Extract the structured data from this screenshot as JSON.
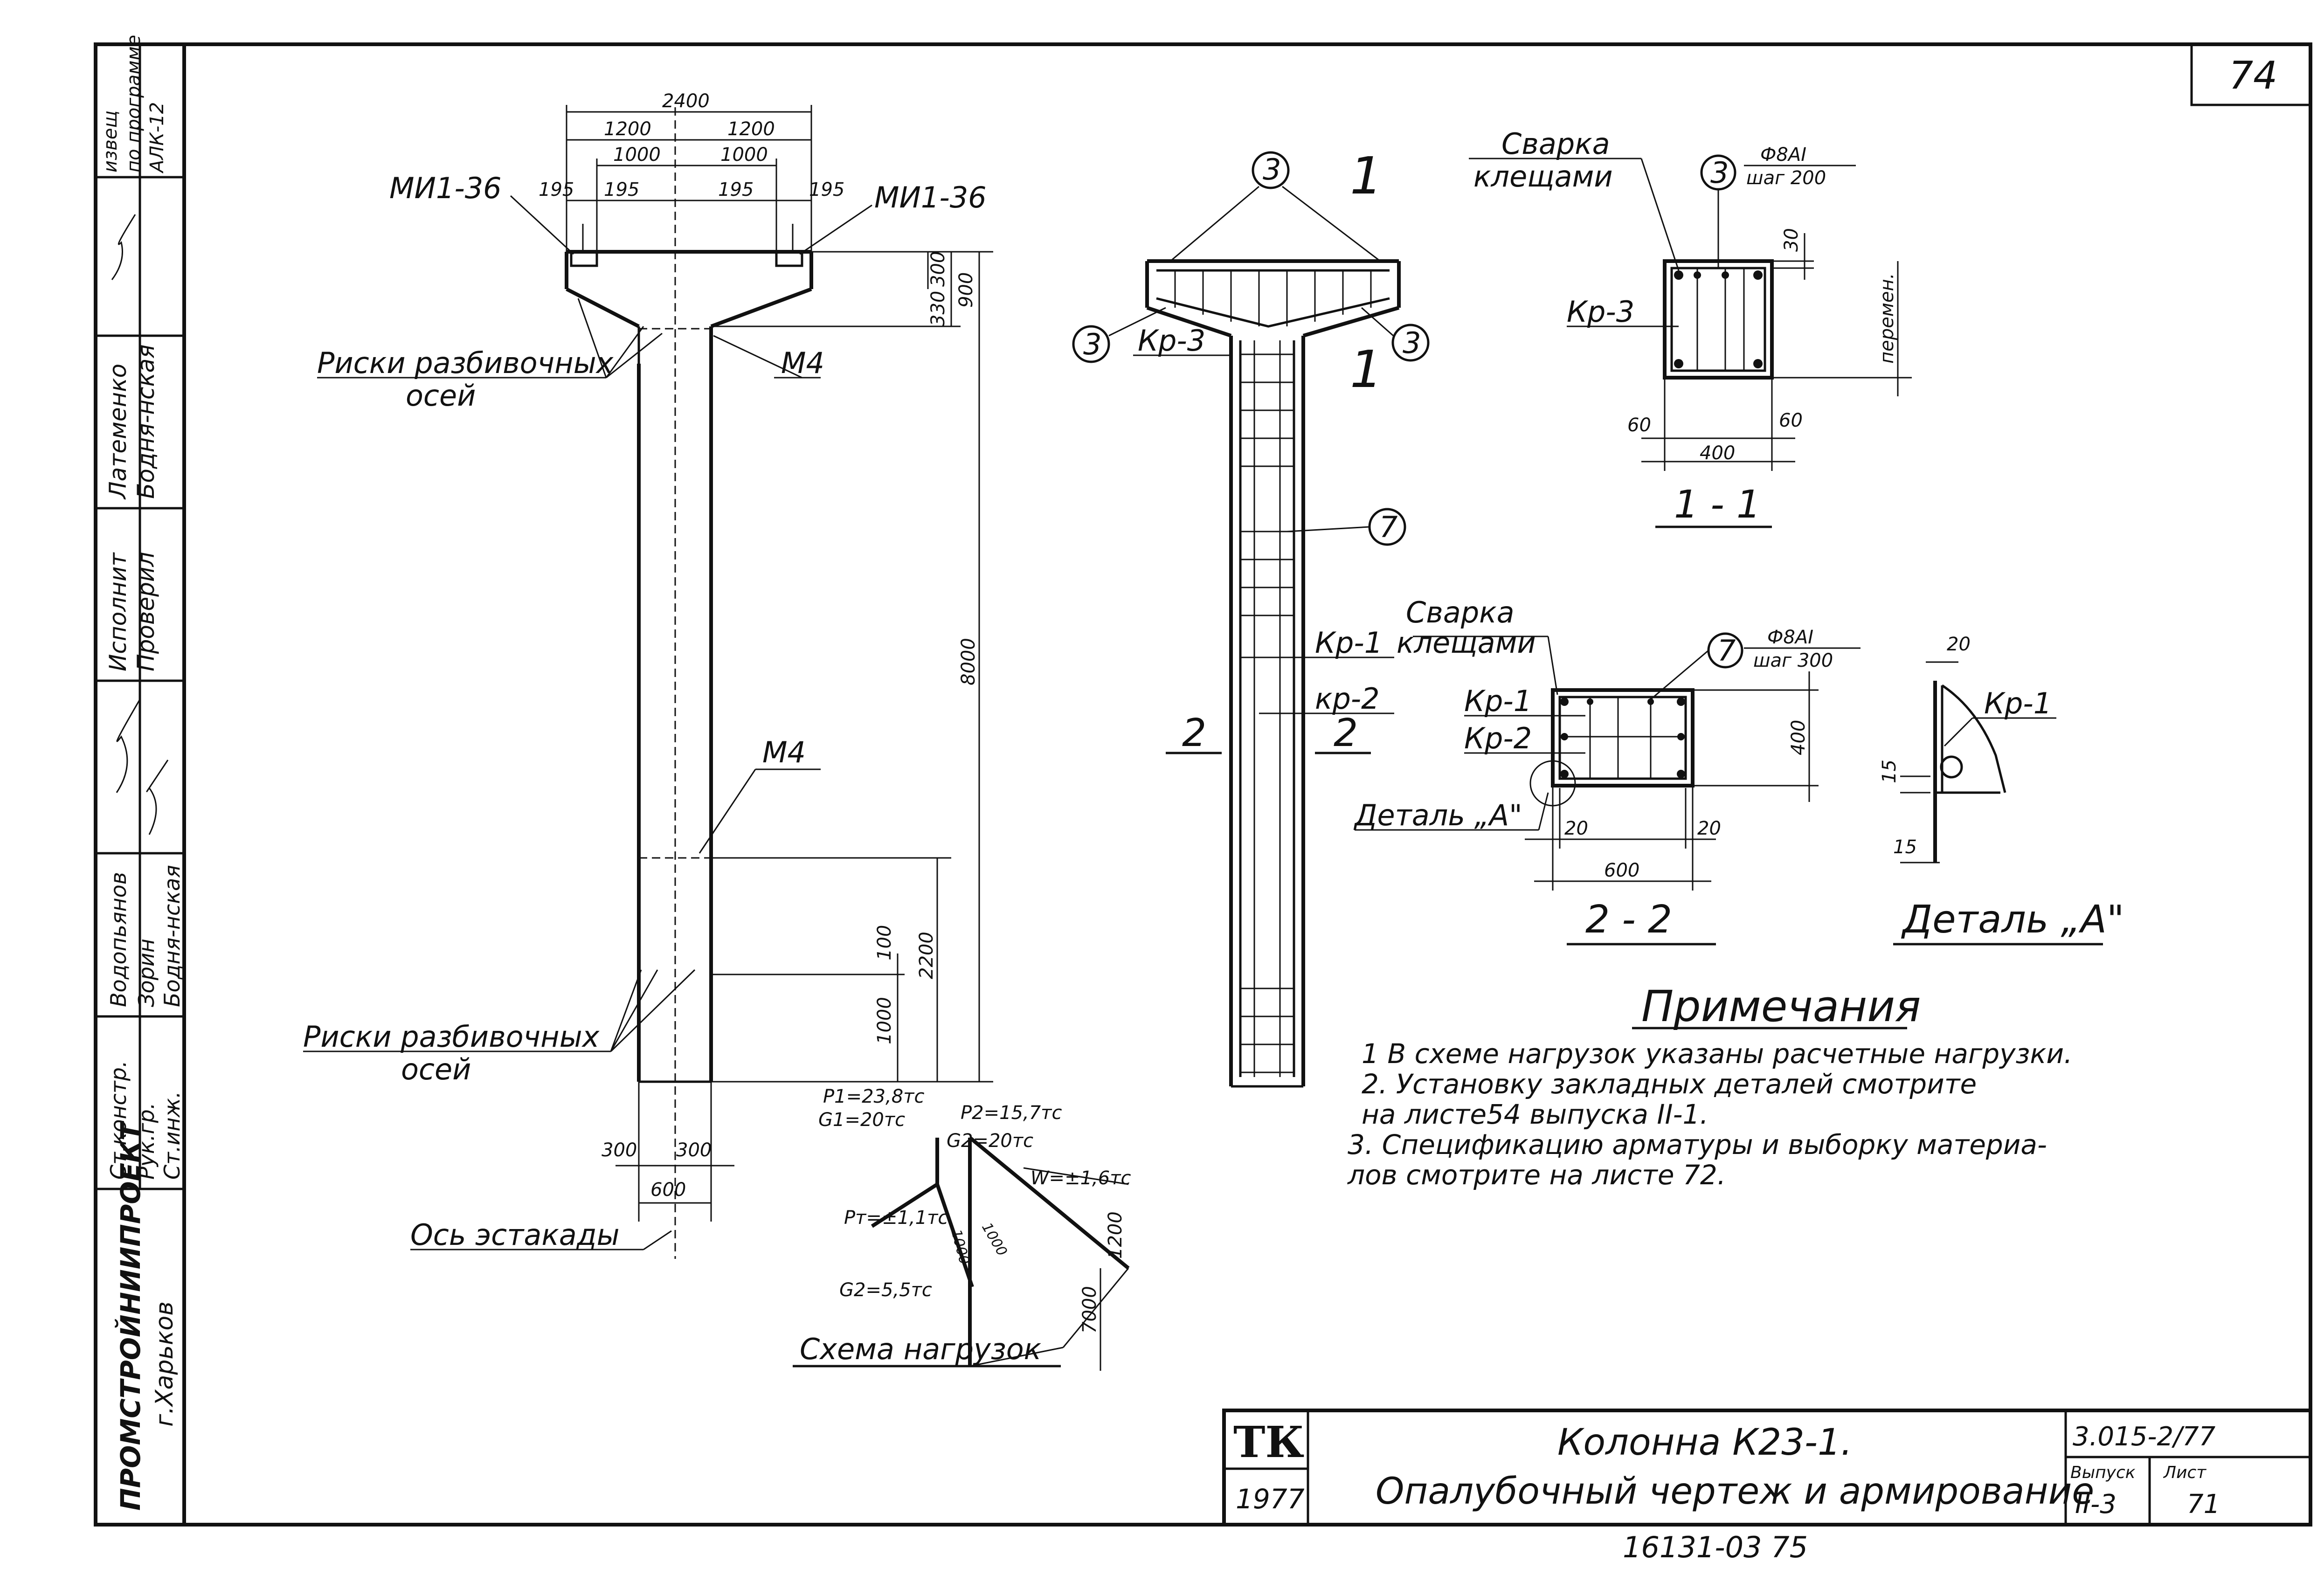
{
  "sheet_number_corner": "74",
  "footer_stamp": "16131-03   75",
  "left_stamp": {
    "organization_line1": "ПРОМСТРОЙНИИПРОЕКТ",
    "organization_line2": "г.Харьков",
    "col_roles": [
      "Ст.констр.",
      "Рук.гр.",
      "Ст.инж."
    ],
    "col_names": [
      "Водопьянов",
      "Зорин",
      "Бодня-нская"
    ],
    "col_sign_label": "Исполнит",
    "col_sign_label2": "Проверил",
    "col_surname_a": "Латеменко",
    "col_surname_b": "Бодня-нская",
    "revision_note_a": "извещ",
    "revision_note_b": "по программе",
    "revision_note_c": "АЛК-12"
  },
  "title_block": {
    "logo": "ТК",
    "year": "1977",
    "title_line1": "Колонна К23-1.",
    "title_line2": "Опалубочный чертеж и армирование",
    "doc_code": "3.015-2/77",
    "issue_label": "Выпуск",
    "sheet_label": "Лист",
    "issue_value": "II-3",
    "sheet_value": "71"
  },
  "formwork": {
    "dim_2400": "2400",
    "dim_1200a": "1200",
    "dim_1200b": "1200",
    "dim_1000a": "1000",
    "dim_1000b": "1000",
    "dim_195a": "195",
    "dim_195b": "195",
    "dim_195c": "195",
    "dim_195d": "195",
    "embed_left": "МИ1-36",
    "embed_right": "МИ1-36",
    "dim_300": "300",
    "dim_330": "330",
    "dim_900": "900",
    "dim_8000": "8000",
    "dim_2200": "2200",
    "dim_100": "100",
    "dim_1000v": "1000",
    "m4_top": "М4",
    "m4_mid": "М4",
    "risks_top_1": "Риски разбивочных",
    "risks_top_2": "осей",
    "risks_bot_1": "Риски разбивочных",
    "risks_bot_2": "осей",
    "dim_300l": "300",
    "dim_300r": "300",
    "dim_600": "600",
    "axis_label": "Ось эстакады"
  },
  "reinforcement": {
    "section_mark_top": "1",
    "section_mark_top2": "1",
    "callout_3": "3",
    "callout_7": "7",
    "kp3": "Кр-3",
    "kp1": "Кр-1",
    "kp2": "кр-2",
    "section_mark_2l": "2",
    "section_mark_2r": "2",
    "weld_label_1": "Сварка",
    "weld_label_2": "клещами"
  },
  "section_1_1": {
    "weld_1": "Сварка",
    "weld_2": "клещами",
    "bar_spec": "Ф8АI",
    "bar_step": "шаг 200",
    "kp3": "Кр-3",
    "dim_30": "30",
    "dim_var": "перемен.",
    "dim_60l": "60",
    "dim_60r": "60",
    "dim_400": "400",
    "title": "1 - 1"
  },
  "section_2_2": {
    "weld_1": "Сварка",
    "weld_2": "клещами",
    "bar_spec": "Ф8АI",
    "bar_step": "шаг 300",
    "kp1": "Кр-1",
    "kp2": "Кр-2",
    "dim_400": "400",
    "dim_20l": "20",
    "dim_20r": "20",
    "dim_600": "600",
    "detail_ref": "Деталь „А\"",
    "title": "2 - 2"
  },
  "detail_a": {
    "dim_20": "20",
    "dim_15a": "15",
    "dim_15b": "15",
    "kp1": "Кр-1",
    "title": "Деталь „А\""
  },
  "load_scheme": {
    "p1": "P1=23,8тс",
    "g1": "G1=20тс",
    "p2": "P2=15,7тс",
    "g2top": "G2=20тс",
    "w": "W=±1,6тс",
    "pt": "Pт=±1,1тс",
    "g2": "G2=5,5тс",
    "d1000a": "1000",
    "d1000b": "1000",
    "d1200": "1200",
    "d7000": "7000",
    "title": "Схема нагрузок"
  },
  "notes": {
    "heading": "Примечания",
    "items": [
      "1 В схеме нагрузок указаны расчетные нагрузки.",
      "2. Установку закладных деталей смотрите",
      "   на листе54 выпуска II-1.",
      "3. Спецификацию арматуры и выборку материа-",
      "   лов смотрите на листе 72."
    ]
  }
}
